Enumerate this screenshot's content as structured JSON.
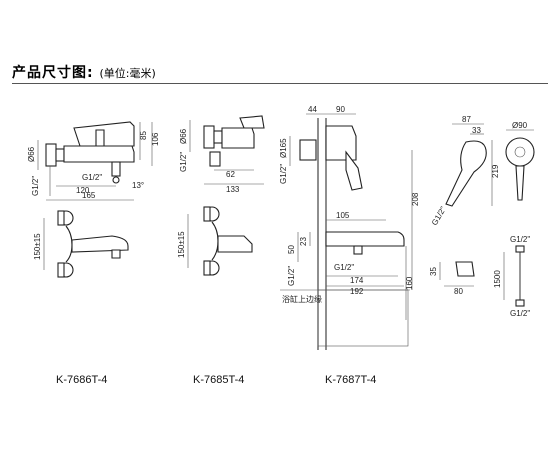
{
  "header": {
    "title": "产品尺寸图:",
    "unit": "(单位:毫米)"
  },
  "models": {
    "a": "K-7686T-4",
    "b": "K-7685T-4",
    "c": "K-7687T-4"
  },
  "dims_a": {
    "d66": "Ø66",
    "h85": "85",
    "h106": "106",
    "g12_1": "G1/2\"",
    "g12_2": "G1/2\"",
    "w120": "120",
    "w165": "165",
    "ang": "13°",
    "h150": "150±15"
  },
  "dims_b": {
    "d66": "Ø66",
    "g12": "G1/2\"",
    "w62": "62",
    "w133": "133",
    "h150": "150±15"
  },
  "dims_c": {
    "w44": "44",
    "w90": "90",
    "d165": "Ø165",
    "g12_1": "G1/2\"",
    "h208": "208",
    "w105": "105",
    "h50": "50",
    "h23": "23",
    "g12_2": "G1/2\"",
    "g12_3": "G1/2\"",
    "w174": "174",
    "w192": "192",
    "h160": "160",
    "note": "浴缸上边缘"
  },
  "dims_d": {
    "w87": "87",
    "w33": "33",
    "h219": "219",
    "g12": "G1/2\"",
    "d90": "Ø90",
    "h35": "35",
    "w80": "80",
    "g12_top": "G1/2\"",
    "h1500": "1500",
    "g12_bot": "G1/2\""
  }
}
